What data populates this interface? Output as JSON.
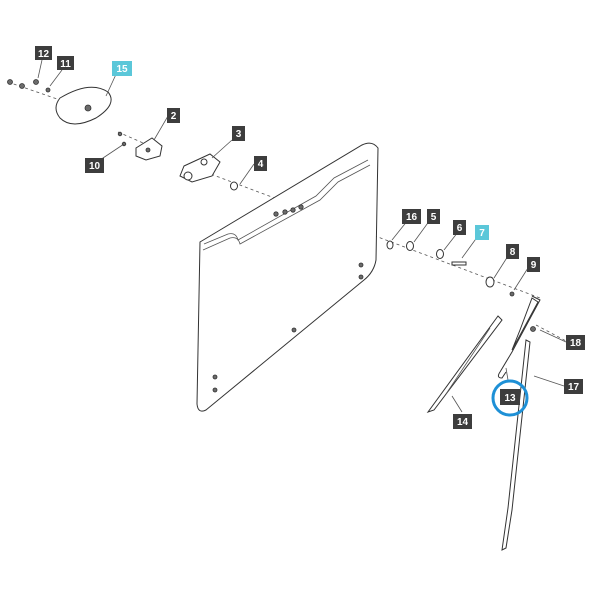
{
  "diagram": {
    "highlight_color": "#5bc7d9",
    "label_color": "#3d3d3d",
    "ring_color": "#1e90d6",
    "callouts": [
      {
        "id": "12",
        "highlight": false
      },
      {
        "id": "11",
        "highlight": false
      },
      {
        "id": "15",
        "highlight": true
      },
      {
        "id": "2",
        "highlight": false
      },
      {
        "id": "10",
        "highlight": false
      },
      {
        "id": "3",
        "highlight": false
      },
      {
        "id": "4",
        "highlight": false
      },
      {
        "id": "16",
        "highlight": false
      },
      {
        "id": "5",
        "highlight": false
      },
      {
        "id": "6",
        "highlight": false
      },
      {
        "id": "7",
        "highlight": true
      },
      {
        "id": "8",
        "highlight": false
      },
      {
        "id": "9",
        "highlight": false
      },
      {
        "id": "18",
        "highlight": false
      },
      {
        "id": "17",
        "highlight": false
      },
      {
        "id": "13",
        "highlight": false,
        "ringed": true
      },
      {
        "id": "14",
        "highlight": false
      }
    ]
  }
}
